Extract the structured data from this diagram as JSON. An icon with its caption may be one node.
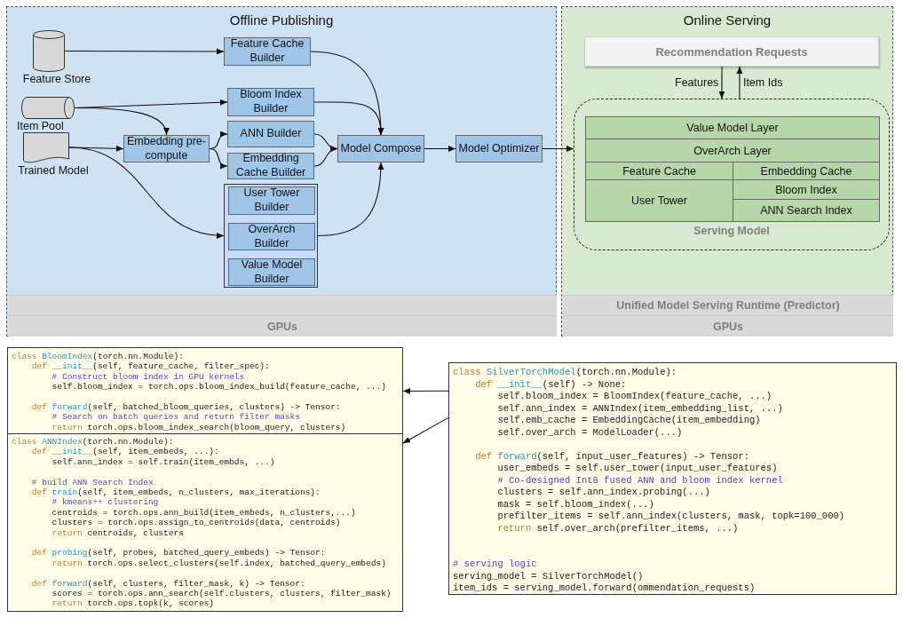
{
  "diagram": {
    "nodes": [
      {
        "text": [
          "Offline Publishing"
        ]
      },
      {
        "text": [
          "Feature Store"
        ],
        "in": 0
      },
      {
        "text": [
          "Item Pool"
        ],
        "in": 0
      },
      {
        "text": [
          "Trained Model"
        ],
        "in": 0
      },
      {
        "text": [
          "Feature Cache Builder"
        ],
        "in": 0
      },
      {
        "text": [
          "Bloom Index Builder"
        ],
        "in": 0
      },
      {
        "text": [
          "Embedding pre-compute"
        ],
        "in": 0
      },
      {
        "text": [
          "ANN Builder"
        ],
        "in": 0
      },
      {
        "text": [
          "Embedding Cache Builder"
        ],
        "in": 0
      },
      {
        "text": [],
        "shape": "box",
        "in": 0
      },
      {
        "text": [
          "User Tower Builder"
        ],
        "in": 9
      },
      {
        "text": [
          "OverArch Builder"
        ],
        "in": 9
      },
      {
        "text": [
          "Value Model Builder"
        ],
        "in": 9
      },
      {
        "text": [
          "Model Compose"
        ],
        "in": 0
      },
      {
        "text": [
          "Model Optimizer"
        ],
        "in": 0
      },
      {
        "text": [],
        "shape": "bar",
        "in": 0
      },
      {
        "text": [
          "GPUs"
        ],
        "in": 0
      },
      {
        "text": [
          "Online Serving"
        ]
      },
      {
        "text": [
          "Recommendation Requests"
        ],
        "in": 17
      },
      {
        "text": [
          "Serving Model"
        ],
        "in": 17
      },
      {
        "text": [
          "Value Model Layer"
        ],
        "in": 19
      },
      {
        "text": [
          "OverArch Layer"
        ],
        "in": 19
      },
      {
        "text": [
          "Feature Cache"
        ],
        "in": 19
      },
      {
        "text": [
          "Embedding Cache"
        ],
        "in": 19
      },
      {
        "text": [
          "User Tower"
        ],
        "in": 19
      },
      {
        "text": [
          "Bloom Index"
        ],
        "in": 19
      },
      {
        "text": [
          "ANN Search Index"
        ],
        "in": 19
      },
      {
        "text": [
          "Unified Model Serving Runtime (Predictor)"
        ],
        "in": 17
      },
      {
        "text": [
          "GPUs"
        ],
        "in": 17
      },
      {
        "text": [
          "class BloomIndex(torch.nn.Module):",
          "def __init__(self, feature_cache, filter_spec):",
          "# Construct bloom index in GPU kernels",
          "self.bloom_index = torch.ops.bloom_index_build(feature_cache, ...)",
          "def forward(self, batched_bloom_queries, clusters) -> Tensor:",
          "# Search on batch queries and return filter masks",
          "return torch.ops.bloom_index_search(bloom_query, clusters)"
        ]
      },
      {
        "text": [
          "class ANNIndex(torch.nn.Module):",
          "def __init__(self, item_embeds, ...):",
          "self.ann_index = self.train(item_embds, ...)",
          "# build ANN Search Index",
          "def train(self, item_embeds, n_clusters, max_iterations):",
          "# kmeans++ clustering",
          "centroids = torch.ops.ann_build(item_embeds, n_clusters,...)",
          "clusters = torch.ops.assign_to_centroids(data, centroids)",
          "return centroids, clusters",
          "def probing(self, probes, batched_query_embeds) -> Tensor:",
          "return torch.ops.select_clusters(self.index, batched_query_embeds)",
          "def forward(self, clusters, filter_mask, k) -> Tensor:",
          "scores = torch.ops.ann_search(self.clusters, clusters, filter_mask)",
          "return torch.ops.topk(k, scores)"
        ]
      },
      {
        "text": [
          "class SilverTorchModel(torch.nn.Module):",
          "def __init__(self) -> None:",
          "self.bloom_index = BloomIndex(feature_cache, ...)",
          "self.ann_index = ANNIndex(item_embedding_list, ...)",
          "self.emb_cache = EmbeddingCache(item_embedding)",
          "self.over_arch = ModelLoader(...)",
          "def forward(self, input_user_features) -> Tensor:",
          "user_embeds = self.user_tower(input_user_features)",
          "# Co-designed Int8 fused ANN and bloom index kernel",
          "clusters = self.ann_index.probing(...)",
          "mask = self.bloom_index(...)",
          "prefilter_items = self.ann_index(clusters, mask, topk=100_000)",
          "return self.over_arch(prefilter_items, ...)",
          "# serving logic",
          "serving_model = SilverTorchModel()",
          "item_ids = serving_model.forward(ommendation_requests)"
        ]
      }
    ],
    "edges": [
      {
        "from": 1,
        "to": 4,
        "arrow": "to"
      },
      {
        "from": 2,
        "to": 5,
        "arrow": "to"
      },
      {
        "from": 2,
        "to": 6,
        "arrow": "to"
      },
      {
        "from": 3,
        "to": 6,
        "arrow": "to"
      },
      {
        "from": 3,
        "to": 9,
        "arrow": "to"
      },
      {
        "from": 6,
        "to": 7,
        "arrow": "to"
      },
      {
        "from": 6,
        "to": 8,
        "arrow": "to"
      },
      {
        "from": 4,
        "to": 13,
        "arrow": "to"
      },
      {
        "from": 5,
        "to": 13,
        "arrow": "to"
      },
      {
        "from": 7,
        "to": 13,
        "arrow": "to"
      },
      {
        "from": 8,
        "to": 13,
        "arrow": "to"
      },
      {
        "from": 9,
        "to": 13,
        "arrow": "to"
      },
      {
        "from": 13,
        "to": 14,
        "arrow": "to"
      },
      {
        "from": 14,
        "to": 19,
        "arrow": "to"
      },
      {
        "from": 18,
        "to": 19,
        "arrow": "to",
        "label": "Features"
      },
      {
        "from": 19,
        "to": 18,
        "arrow": "to",
        "label": "Item Ids"
      },
      {
        "from": 31,
        "to": 29,
        "arrow": "to"
      },
      {
        "from": 31,
        "to": 30,
        "arrow": "to"
      }
    ]
  }
}
